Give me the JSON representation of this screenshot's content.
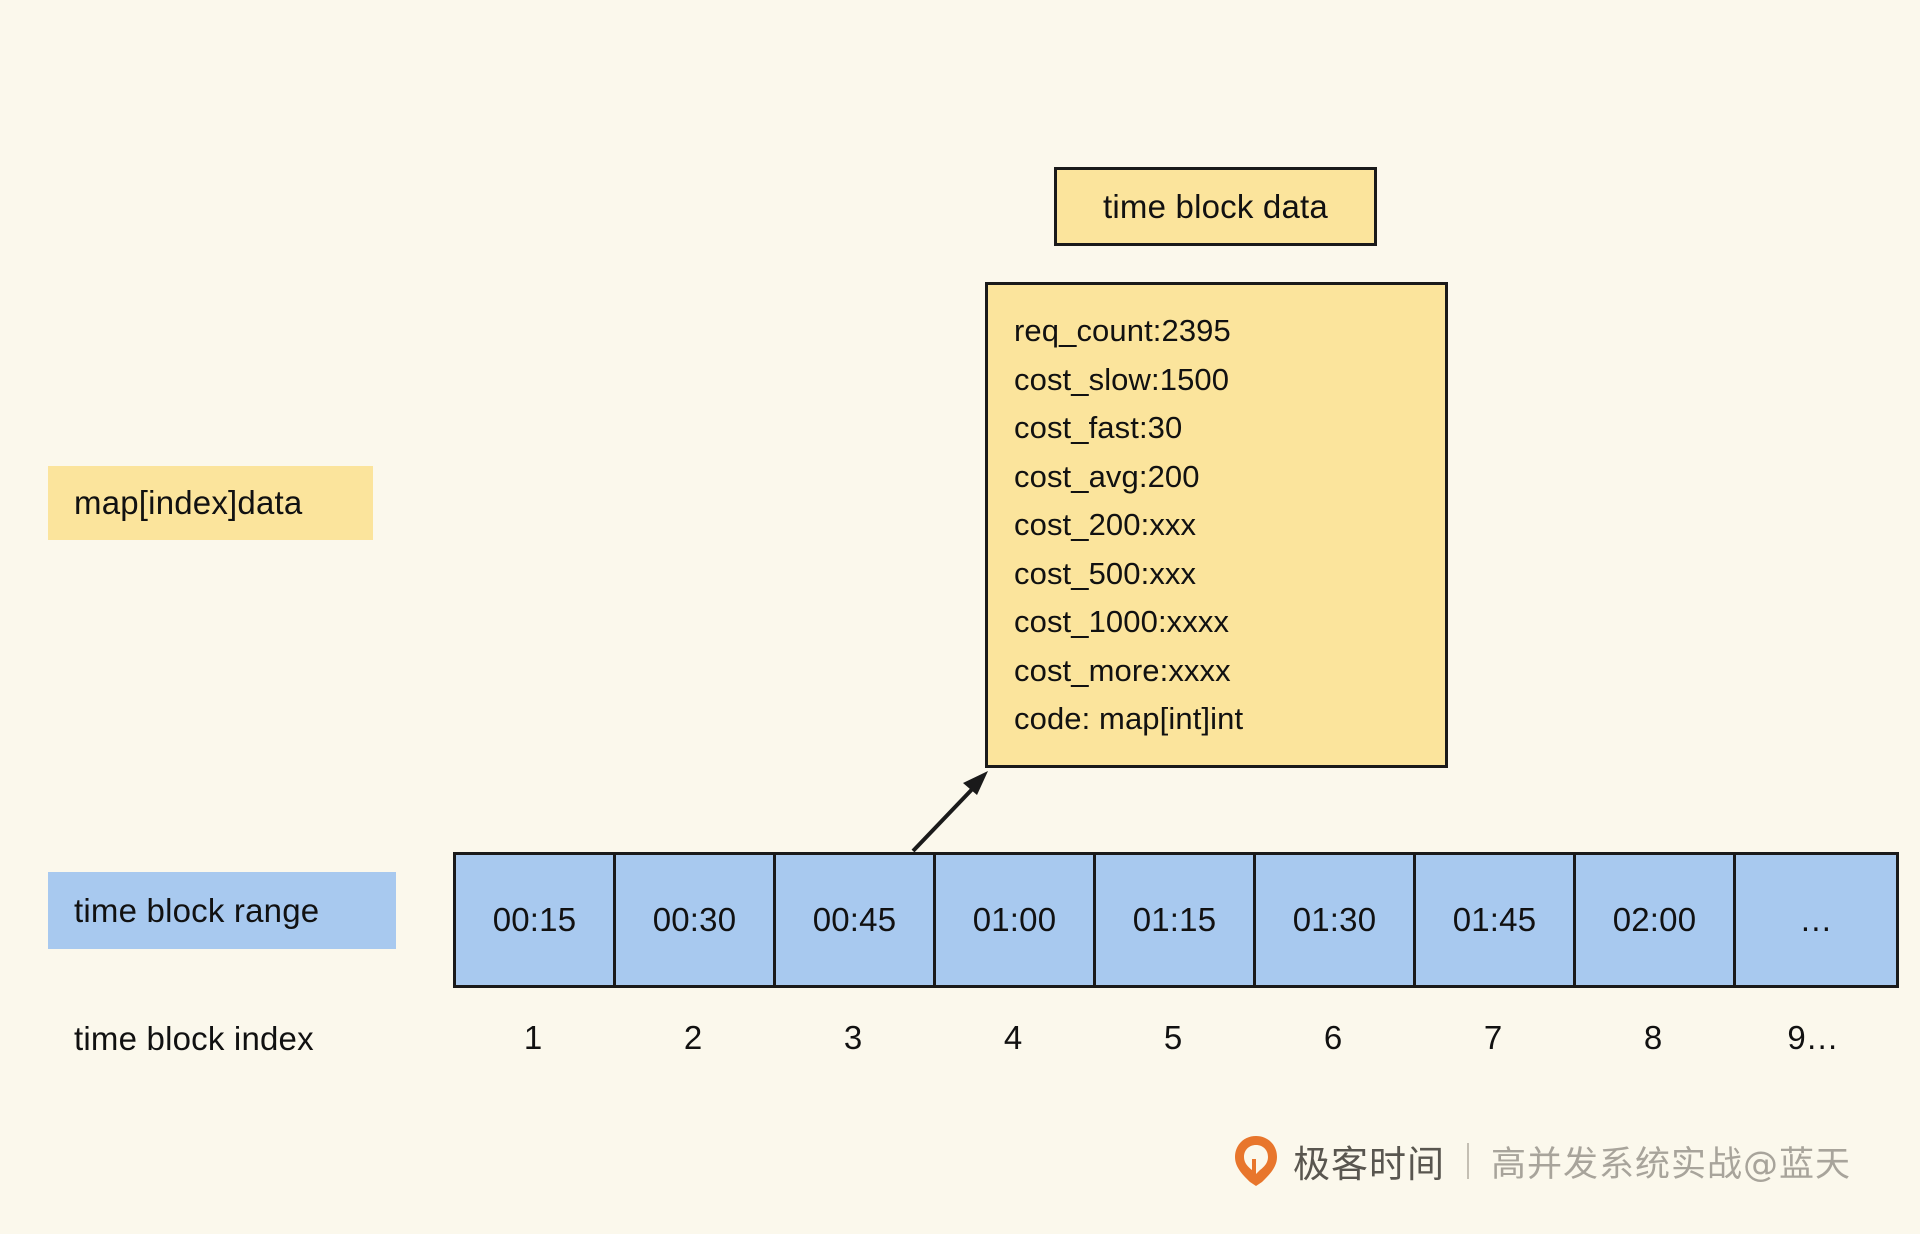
{
  "theme": {
    "background": "#fbf8ec",
    "yellow_fill": "#fbe49c",
    "blue_fill": "#a8c9ef",
    "stroke": "#1a1a1a",
    "text": "#111111",
    "watermark_accent": "#e8762c"
  },
  "caption": {
    "time_block_data": "time block data"
  },
  "data_box": {
    "lines": [
      "req_count:2395",
      "cost_slow:1500",
      "cost_fast:30",
      "cost_avg:200",
      "cost_200:xxx",
      "cost_500:xxx",
      "cost_1000:xxxx",
      "cost_more:xxxx",
      "code: map[int]int"
    ]
  },
  "labels": {
    "map_index_data": "map[index]data",
    "time_block_range": "time block range",
    "time_block_index": "time block index"
  },
  "blocks": {
    "ranges": [
      "00:15",
      "00:30",
      "00:45",
      "01:00",
      "01:15",
      "01:30",
      "01:45",
      "02:00",
      "…"
    ],
    "indexes": [
      "1",
      "2",
      "3",
      "4",
      "5",
      "6",
      "7",
      "8",
      "9…"
    ]
  },
  "watermark": {
    "brand": "极客时间",
    "divider": "|",
    "subtitle": "高并发系统实战@蓝天"
  }
}
